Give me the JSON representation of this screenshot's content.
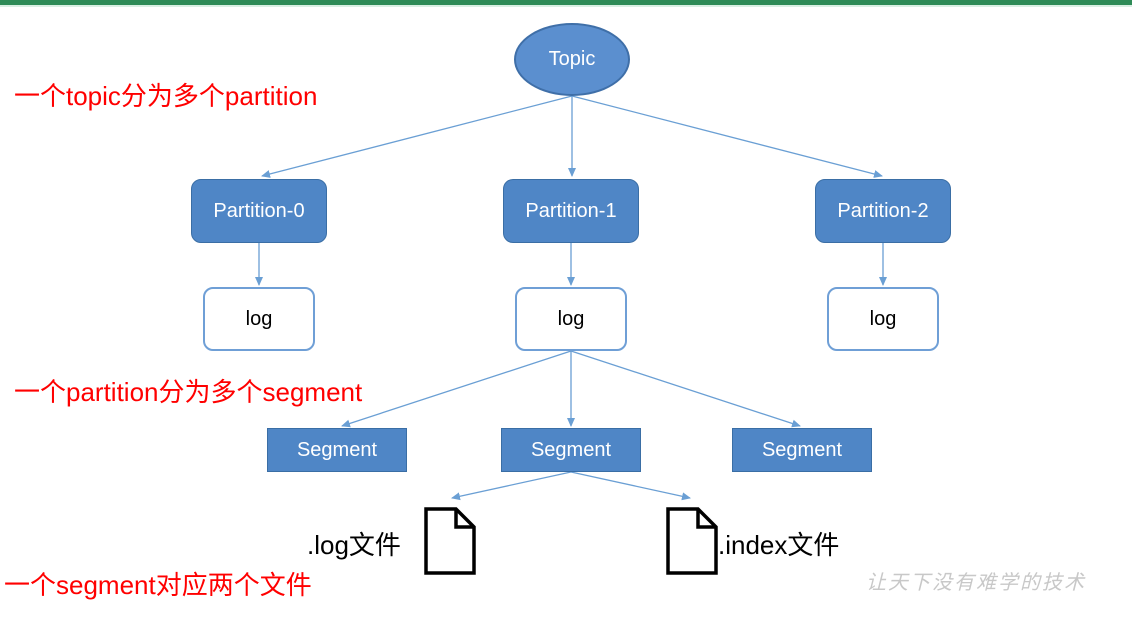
{
  "diagram": {
    "topic": "Topic",
    "partitions": [
      "Partition-0",
      "Partition-1",
      "Partition-2"
    ],
    "logs": [
      "log",
      "log",
      "log"
    ],
    "segments": [
      "Segment",
      "Segment",
      "Segment"
    ],
    "files": {
      "log_file": ".log文件",
      "index_file": ".index文件"
    }
  },
  "annotations": {
    "topic_note": "一个topic分为多个partition",
    "partition_note": "一个partition分为多个segment",
    "segment_note": "一个segment对应两个文件"
  },
  "watermark": "让天下没有难学的技术",
  "colors": {
    "node_fill": "#4f86c6",
    "node_border": "#3a6ea5",
    "log_border": "#6f9fd6",
    "connector": "#6a9fd4",
    "note_text": "#ff0000",
    "header_bar": "#2e8b57"
  }
}
